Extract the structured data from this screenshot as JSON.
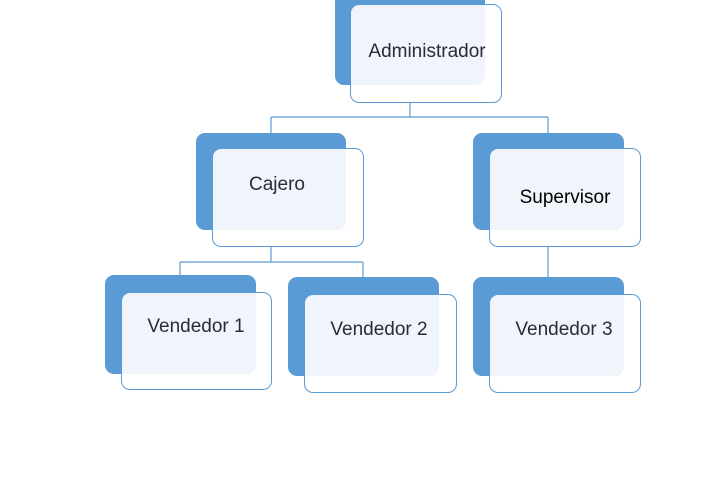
{
  "nodes": {
    "admin": "Administrador",
    "cajero": "Cajero",
    "supervisor": "Supervisor",
    "vendedor1": "Vendedor 1",
    "vendedor2": "Vendedor 2",
    "vendedor3": "Vendedor 3"
  },
  "colors": {
    "accent": "#5b9bd5",
    "fill": "#eef4fb",
    "text": "#2b2b35"
  }
}
